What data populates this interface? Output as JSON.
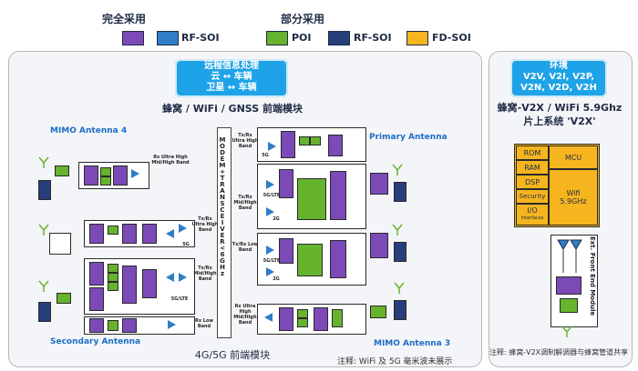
{
  "legend": {
    "full_adoption": "完全采用",
    "partial_adoption": "部分采用",
    "rf_soi_1": "RF-SOI",
    "poi": "POI",
    "rf_soi_2": "RF-SOI",
    "fd_soi": "FD-SOI",
    "colors": {
      "purple": "#7b4ab7",
      "blue": "#2f7ec7",
      "green": "#66b32e",
      "navy": "#263e7a",
      "orange": "#f6b51f"
    }
  },
  "left_panel": {
    "header_line1": "远程信息处理",
    "header_line2": "云 ↔ 车辆",
    "header_line3": "卫星 ↔ 车辆",
    "title": "蜂窝 / WiFi / GNSS 前端模块",
    "bottom_title": "4G/5G 前端模块",
    "antenna_labels": {
      "mimo4": "MIMO Antenna 4",
      "primary": "Primary Antenna",
      "secondary": "Secondary Antenna",
      "mimo3": "MIMO Antenna 3"
    },
    "modem_label": "MODEM+TRANSCEIVER<6GHz",
    "band_labels": {
      "rx_uhm_left": "Rx Ultra High Mid/High Band",
      "txrx_uhb": "Tx/Rx Ultra High Band",
      "txrx_uhb_2": "Tx/Rx Ultra High Band",
      "txrx_mhb": "Tx/Rx Mid/High Band",
      "txrx_mhb_2": "Tx/Rx Mid/High Band",
      "txrx_low": "Tx/Rx Low Band",
      "rx_low": "Rx Low Band",
      "rx_uhm_right": "Rx Ultra High Mid/High Band"
    },
    "small_labels": {
      "5g": "5G",
      "5g_lte": "5G/LTE",
      "2g": "2G"
    },
    "footnote": "注释: WiFi 及 5G 毫米波未展示"
  },
  "right_panel": {
    "env_title": "环境",
    "env_line1": "V2V, V2I, V2P,",
    "env_line2": "V2N, V2D, V2H",
    "title_line1": "蜂窝-V2X / WiFi 5.9Ghz",
    "title_line2": "片上系统 'V2X'",
    "chip": {
      "rom": "ROM",
      "ram": "RAM",
      "dsp": "DSP",
      "security": "Security",
      "io": "I/O",
      "interfaces": "Interfaces",
      "mcu": "MCU",
      "wifi": "Wifi",
      "wifi_freq": "5.9GHz"
    },
    "ext_module": "Ext. Front End Module",
    "footnote": "注释: 蜂窝-V2X调制解调器与蜂窝管道共享"
  }
}
